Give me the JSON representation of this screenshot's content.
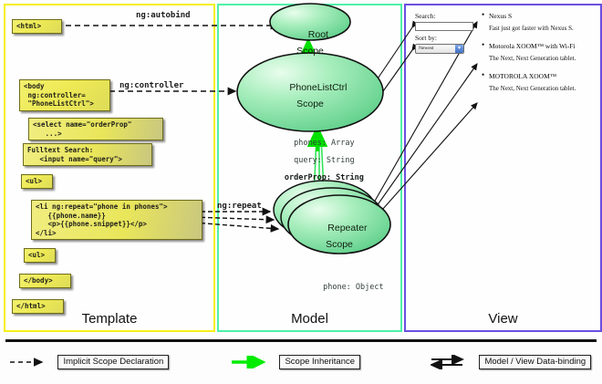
{
  "columns": [
    {
      "key": "template",
      "title": "Template",
      "border_color": "#f5ef19"
    },
    {
      "key": "model",
      "title": "Model",
      "border_color": "#4ff0a8"
    },
    {
      "key": "view",
      "title": "View",
      "border_color": "#6b4fe0"
    }
  ],
  "template": {
    "boxes": [
      {
        "name": "html-open-tag",
        "code": "<html>"
      },
      {
        "name": "body-controller-tag",
        "code": "<body\n ng:controller=\n \"PhoneListCtrl\">"
      },
      {
        "name": "select-orderprop-tag",
        "code": "<select name=\"orderProp\"\n   ...>"
      },
      {
        "name": "fulltext-search-input",
        "code": "Fulltext Search:\n   <input name=\"query\">"
      },
      {
        "name": "ul-open-tag",
        "code": "<ul>"
      },
      {
        "name": "li-ngrepeat-block",
        "code": "<li ng:repeat=\"phone in phones\">\n   {{phone.name}}\n   <p>{{phone.snippet}}</p>\n</li>"
      },
      {
        "name": "ul-close-tag",
        "code": "<ul>"
      },
      {
        "name": "body-close-tag",
        "code": "</body>"
      },
      {
        "name": "html-close-tag",
        "code": "</html>"
      }
    ]
  },
  "wire_labels": {
    "autobind": "ng:autobind",
    "controller": "ng:controller",
    "repeat": "ng:repeat"
  },
  "model": {
    "scopes": [
      {
        "name": "root-scope",
        "title": "Root\nScope",
        "props": []
      },
      {
        "name": "phonelistctrl-scope",
        "title": "PhoneListCtrl\nScope",
        "props": [
          "phones: Array",
          "query: String"
        ],
        "bold_props": [
          "orderProp: String"
        ]
      },
      {
        "name": "repeater-scope",
        "title": "Repeater\nScope",
        "props": [
          "phone: Object"
        ]
      }
    ]
  },
  "view": {
    "search_label": "Search:",
    "search_value": "",
    "sort_label": "Sort by:",
    "sort_selected": "Newest",
    "sort_options": [
      "Newest"
    ],
    "phones": [
      {
        "name": "Nexus S",
        "snippet": "Fast just got faster with Nexus S."
      },
      {
        "name": "Motorola XOOM™ with Wi-Fi",
        "snippet": "The Next, Next Generation tablet."
      },
      {
        "name": "MOTOROLA XOOM™",
        "snippet": "The Next, Next Generation tablet."
      }
    ]
  },
  "legend": [
    {
      "name": "legend-implicit-scope-declaration",
      "label": "Implicit Scope Declaration",
      "icon": "dashed-arrow-icon",
      "color": "#111111"
    },
    {
      "name": "legend-scope-inheritance",
      "label": "Scope Inheritance",
      "icon": "green-arrow-icon",
      "color": "#00ec00"
    },
    {
      "name": "legend-model-view-data-binding",
      "label": "Model / View Data-binding",
      "icon": "double-arrow-icon",
      "color": "#111111"
    }
  ]
}
